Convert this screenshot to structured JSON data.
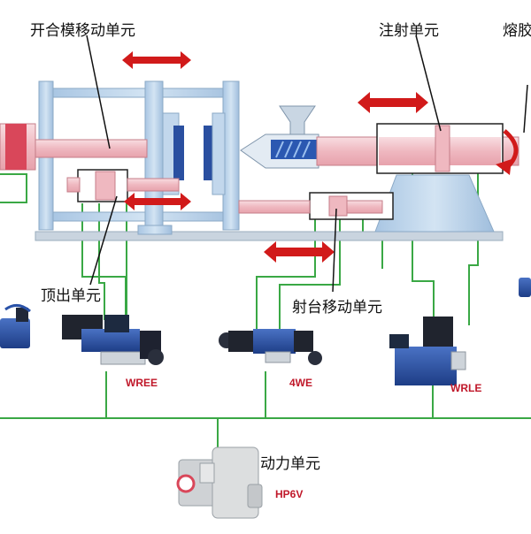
{
  "labels": {
    "clamping_unit": "开合模移动单元",
    "injection_unit": "注射单元",
    "plasticizing_unit": "熔胶",
    "ejector_unit": "顶出单元",
    "carriage_unit": "射台移动单元",
    "power_unit": "动力单元"
  },
  "codes": {
    "valve_wree": "WREE",
    "valve_4we": "4WE",
    "valve_wrle": "WRLE",
    "pump_hp6v": "HP6V"
  },
  "colors": {
    "frame_blue": "#b9d3ea",
    "frame_edge": "#8ba9c6",
    "cylinder_pink": "#f4c9cf",
    "piston_red": "#d9475a",
    "arrow_red": "#d11a1a",
    "line_green": "#3aa845",
    "valve_blue": "#2a52a8",
    "pump_gray": "#d4d6d8"
  }
}
